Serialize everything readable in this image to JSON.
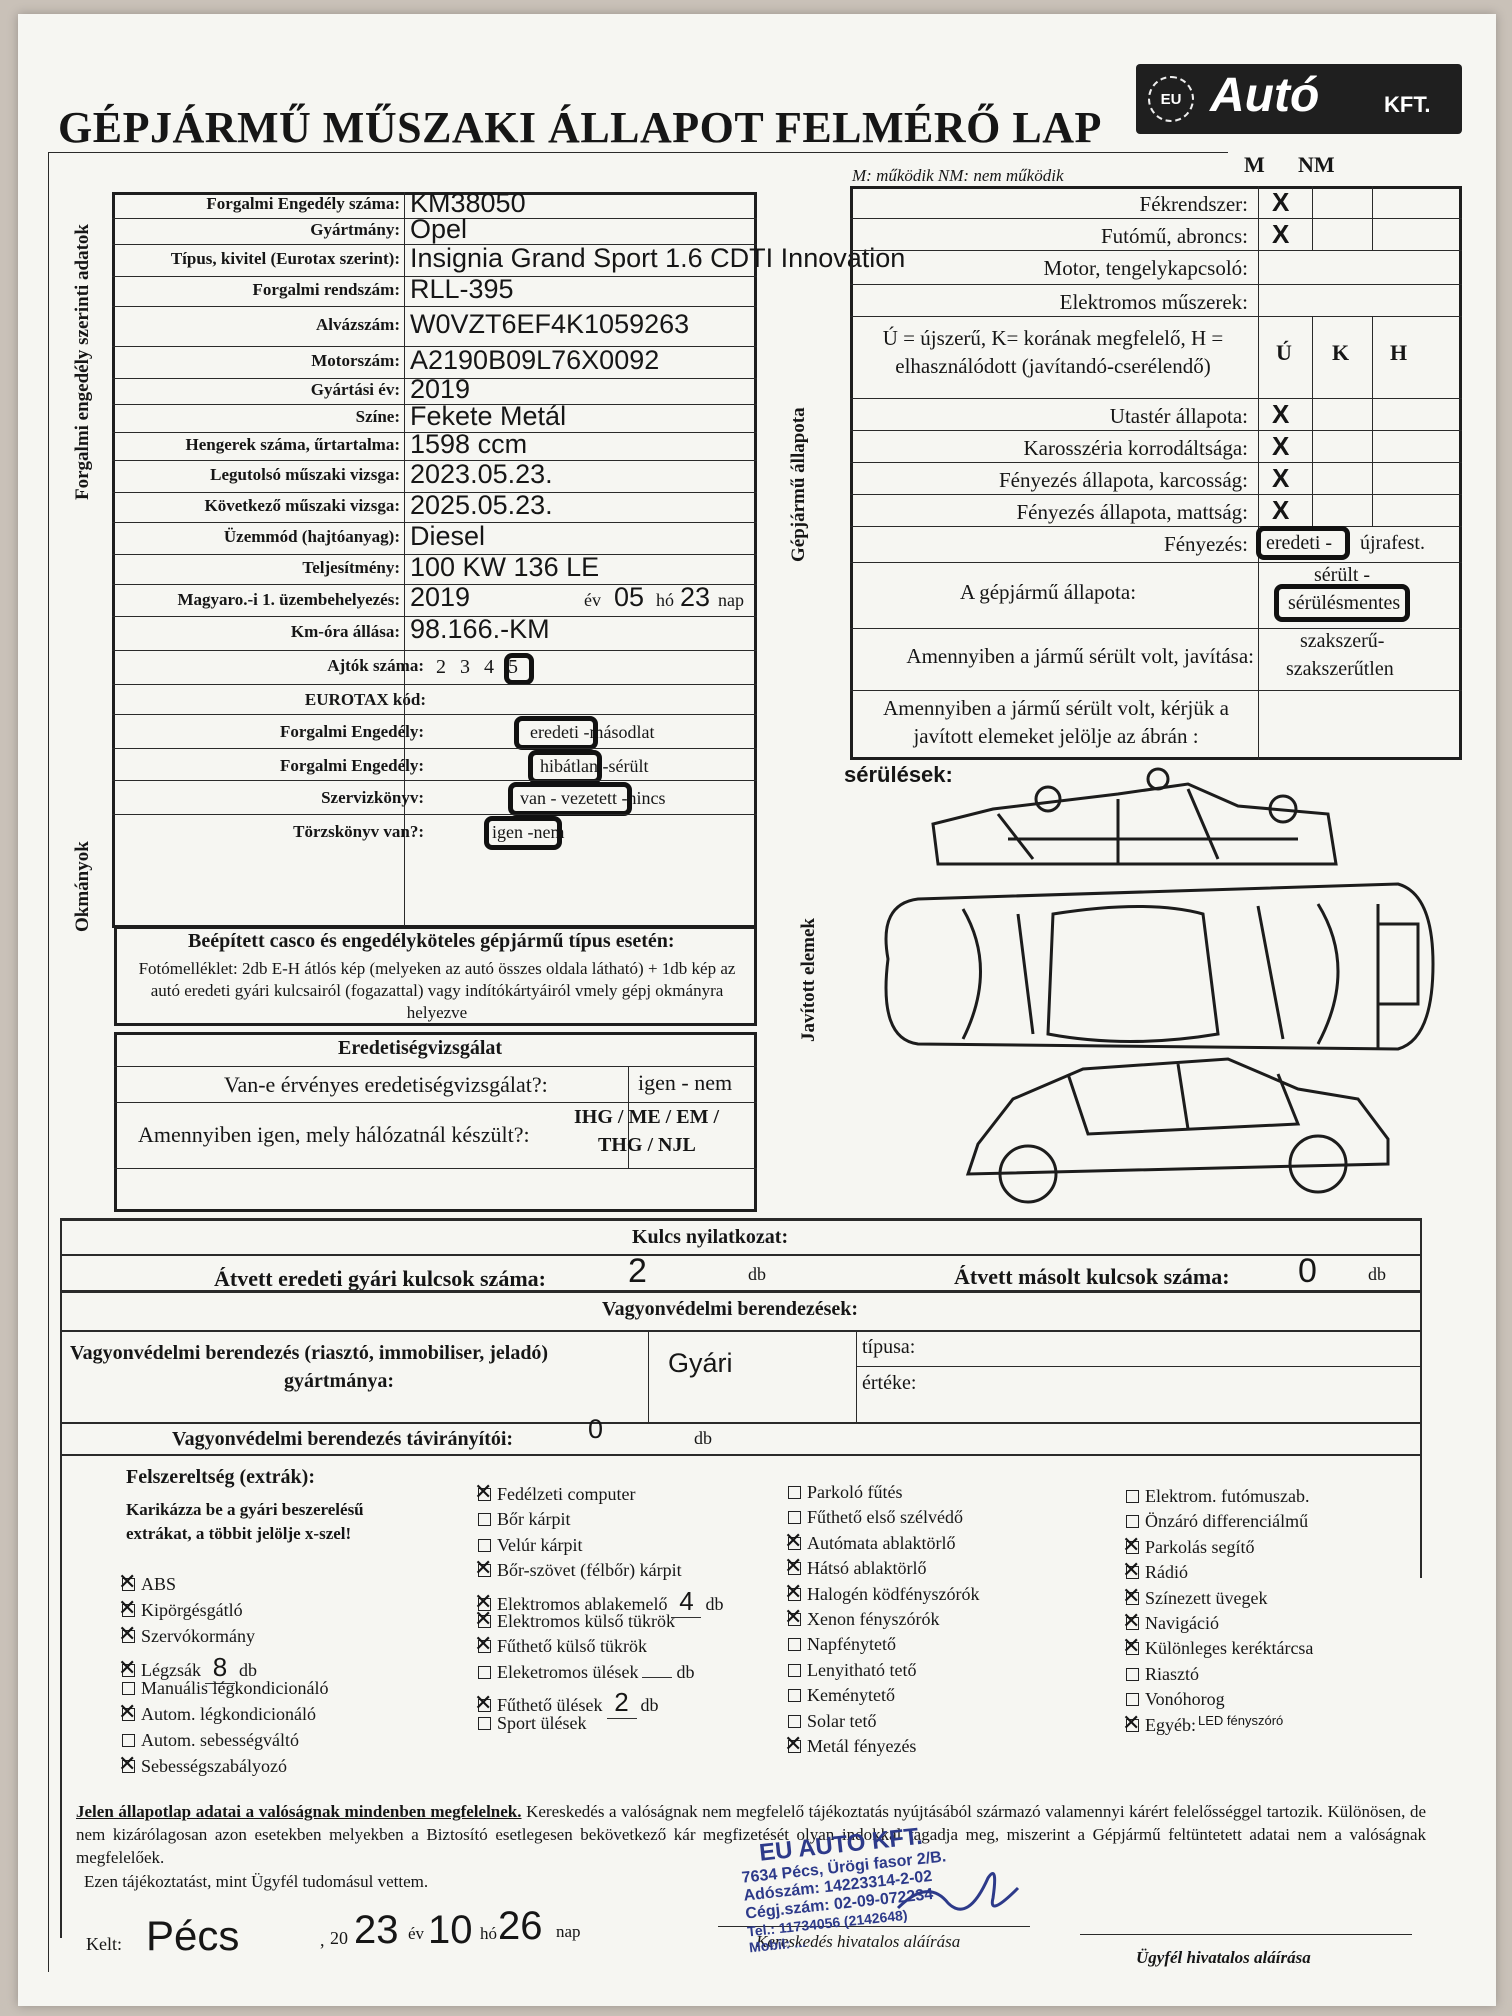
{
  "title": "GÉPJÁRMŰ MŰSZAKI ÁLLAPOT FELMÉRŐ LAP",
  "logo": {
    "eu": "EU",
    "brand": "Autó",
    "kft": "KFT."
  },
  "sections": {
    "forgalmi": "Forgalmi engedély szerinti adatok",
    "okmanyok": "Okmányok",
    "allapot": "Gépjármű állapota",
    "javitott": "Javított elemek"
  },
  "vehicle": [
    {
      "label": "Forgalmi Engedély száma:",
      "value": "KM38050"
    },
    {
      "label": "Gyártmány:",
      "value": "Opel"
    },
    {
      "label": "Típus, kivitel (Eurotax szerint):",
      "value": "Insignia Grand Sport 1.6 CDTI Innovation"
    },
    {
      "label": "Forgalmi rendszám:",
      "value": "RLL-395"
    },
    {
      "label": "Alvázszám:",
      "value": "W0VZT6EF4K1059263"
    },
    {
      "label": "Motorszám:",
      "value": "A2190B09L76X0092"
    },
    {
      "label": "Gyártási év:",
      "value": "2019"
    },
    {
      "label": "Színe:",
      "value": "Fekete Metál"
    },
    {
      "label": "Hengerek száma, űrtartalma:",
      "value": "1598 ccm"
    },
    {
      "label": "Legutolsó műszaki vizsga:",
      "value": "2023.05.23."
    },
    {
      "label": "Következő műszaki vizsga:",
      "value": "2025.05.23."
    },
    {
      "label": "Üzemmód (hajtóanyag):",
      "value": "Diesel"
    },
    {
      "label": "Teljesítmény:",
      "value": "100 KW 136 LE"
    }
  ],
  "first_reg": {
    "label": "Magyaro.-i 1. üzembehelyezés:",
    "year": "2019",
    "ev": "év",
    "month": "05",
    "ho": "hó",
    "day": "23",
    "nap": "nap"
  },
  "km": {
    "label": "Km-óra állása:",
    "value": "98.166.-KM"
  },
  "doors": {
    "label": "Ajtók száma:",
    "options": [
      "2",
      "3",
      "4",
      "5"
    ]
  },
  "eurotax": {
    "label": "EUROTAX kód:"
  },
  "docs": [
    {
      "label": "Forgalmi Engedély:",
      "selected": "eredeti",
      "sep": " -",
      "rest": "másodlat"
    },
    {
      "label": "Forgalmi Engedély:",
      "selected": "hibátlan",
      "sep": " -",
      "rest": "sérült"
    },
    {
      "label": "Szervizkönyv:",
      "selected": "van - vezetett",
      "sep": " -",
      "rest": "nincs"
    },
    {
      "label": "Törzskönyv van?:",
      "selected": "igen",
      "sep": " -",
      "rest": "nem"
    }
  ],
  "casco": {
    "title": "Beépített casco és engedélyköteles gépjármű típus esetén:",
    "text": "Fotómelléklet: 2db E-H átlós kép (melyeken az autó összes oldala látható) + 1db kép az autó eredeti gyári kulcsairól (fogazattal) vagy indítókártyáiról vmely gépj okmányra helyezve"
  },
  "eredetiseg": {
    "title": "Eredetiségvizsgálat",
    "q1": "Van-e érvényes eredetiségvizsgálat?:",
    "a1": "igen - nem",
    "q2": "Amennyiben igen, mely hálózatnál készült?:",
    "a2a": "IHG / ME / EM /",
    "a2b": "THG / NJL"
  },
  "condition": {
    "legend": "M: működik   NM: nem működik",
    "col_m": "M",
    "col_nm": "NM",
    "working": [
      {
        "label": "Fékrendszer:",
        "mark": "X"
      },
      {
        "label": "Futómű, abroncs:",
        "mark": "X"
      },
      {
        "label": "Motor, tengelykapcsoló:",
        "mark": ""
      },
      {
        "label": "Elektromos műszerek:",
        "mark": ""
      }
    ],
    "quality_legend": "Ú = újszerű, K= korának megfelelő, H = elhasználódott (javítandó-cserélendő)",
    "col_u": "Ú",
    "col_k": "K",
    "col_h": "H",
    "quality": [
      {
        "label": "Utastér állapota:",
        "mark": "X"
      },
      {
        "label": "Karosszéria korrodáltsága:",
        "mark": "X"
      },
      {
        "label": "Fényezés állapota, karcosság:",
        "mark": "X"
      },
      {
        "label": "Fényezés állapota, mattság:",
        "mark": "X"
      }
    ],
    "paint": {
      "label": "Fényezés:",
      "selected": "eredeti -",
      "rest": "újrafest."
    },
    "state": {
      "label": "A gépjármű állapota:",
      "opt1": "sérült -",
      "selected": "sérülésmentes"
    },
    "repair": {
      "label": "Amennyiben a jármű sérült volt, javítása:",
      "opt1": "szakszerű-",
      "opt2": "szakszerűtlen"
    },
    "mark_note": "Amennyiben a jármű sérült volt, kérjük a javított elemeket jelölje az ábrán :"
  },
  "damage_label": "sérülések:",
  "keys": {
    "title": "Kulcs nyilatkozat:",
    "orig_label": "Átvett eredeti gyári kulcsok száma:",
    "orig_value": "2",
    "copy_label": "Átvett másolt kulcsok száma:",
    "copy_value": "0",
    "unit": "db"
  },
  "security": {
    "title": "Vagyonvédelmi berendezések:",
    "make_label": "Vagyonvédelmi berendezés (riasztó, immobiliser, jeladó)",
    "make_label2": "gyártmánya:",
    "make_value": "Gyári",
    "type_label": "típusa:",
    "value_label": "értéke:",
    "remote_label": "Vagyonvédelmi berendezés távirányítói:",
    "remote_value": "0",
    "unit": "db"
  },
  "extras": {
    "title": "Felszereltség (extrák):",
    "instr": "Karikázza be a gyári beszerelésű extrákat, a többit jelölje x-szel!",
    "col1": [
      {
        "t": "ABS",
        "on": true
      },
      {
        "t": "Kipörgésgátló",
        "on": true
      },
      {
        "t": "Szervókormány",
        "on": true
      },
      {
        "t": "Légzsák",
        "on": true,
        "count": "8",
        "unit": "db"
      },
      {
        "t": "Manuális légkondicionáló",
        "on": false
      },
      {
        "t": "Autom. légkondicionáló",
        "on": true
      },
      {
        "t": "Autom. sebességváltó",
        "on": false
      },
      {
        "t": "Sebességszabályozó",
        "on": true
      }
    ],
    "col2": [
      {
        "t": "Fedélzeti computer",
        "on": true
      },
      {
        "t": "Bőr kárpit",
        "on": false
      },
      {
        "t": "Velúr kárpit",
        "on": false
      },
      {
        "t": "Bőr-szövet (félbőr) kárpit",
        "on": true
      },
      {
        "t": "Elektromos ablakemelő",
        "on": true,
        "count": "4",
        "unit": "db"
      },
      {
        "t": "Elektromos külső tükrök",
        "on": true
      },
      {
        "t": "Fűthető külső tükrök",
        "on": true
      },
      {
        "t": "Eleketromos ülések",
        "on": false,
        "count": "",
        "unit": "db"
      },
      {
        "t": "Fűthető ülések",
        "on": true,
        "count": "2",
        "unit": "db"
      },
      {
        "t": "Sport ülések",
        "on": false
      }
    ],
    "col3": [
      {
        "t": "Parkoló fűtés",
        "on": false
      },
      {
        "t": "Fűthető első szélvédő",
        "on": false
      },
      {
        "t": "Autómata ablaktörlő",
        "on": true
      },
      {
        "t": "Hátsó ablaktörlő",
        "on": true
      },
      {
        "t": "Halogén ködfényszórók",
        "on": true
      },
      {
        "t": "Xenon fényszórók",
        "on": true
      },
      {
        "t": "Napfénytető",
        "on": false
      },
      {
        "t": "Lenyitható tető",
        "on": false
      },
      {
        "t": "Keménytető",
        "on": false
      },
      {
        "t": "Solar tető",
        "on": false
      },
      {
        "t": "Metál fényezés",
        "on": true
      }
    ],
    "col4": [
      {
        "t": "Elektrom. futómuszab.",
        "on": false
      },
      {
        "t": "Önzáró differenciálmű",
        "on": false
      },
      {
        "t": "Parkolás segítő",
        "on": true
      },
      {
        "t": "Rádió",
        "on": true
      },
      {
        "t": "Színezett üvegek",
        "on": true
      },
      {
        "t": "Navigáció",
        "on": true
      },
      {
        "t": "Különleges keréktárcsa",
        "on": true
      },
      {
        "t": "Riasztó",
        "on": false
      },
      {
        "t": "Vonóhorog",
        "on": false
      },
      {
        "t": "Egyéb:",
        "on": true,
        "note": "LED fényszóró"
      }
    ]
  },
  "declaration": {
    "bold": "Jelen állapotlap adatai a valóságnak mindenben megfelelnek.",
    "text": " Kereskedés a valóságnak nem megfelelő tájékoztatás nyújtásából származó valamennyi kárért felelősséggel tartozik. Különösen, de nem kizárólagosan azon esetekben melyekben a Biztosító esetlegesen bekövetkező kár megfizetését olyan indokkal tagadja meg, miszerint a Gépjármű feltüntetett adatai nem a valóságnak megfelelőek.",
    "text2": "Ezen tájékoztatást, mint Ügyfél tudomásul vettem."
  },
  "signing": {
    "kelt": "Kelt:",
    "place": "Pécs",
    "comma": ",",
    "yprefix": "20",
    "year": "23",
    "ev": "év",
    "month": "10",
    "ho": "hó",
    "day": "26",
    "nap": "nap",
    "dealer_sig": "Kereskedés hivatalos aláírása",
    "client_sig": "Ügyfél hivatalos aláírása"
  },
  "stamp": {
    "name": "EU AUTO KFT.",
    "addr": "7634 Pécs, Ürögi fasor 2/B.",
    "tax": "Adószám: 14223314-2-02",
    "reg": "Cégj.szám: 02-09-072234",
    "tel": "Tel.: 11734056 (2142648)",
    "mobil": "Mobil: ..."
  }
}
